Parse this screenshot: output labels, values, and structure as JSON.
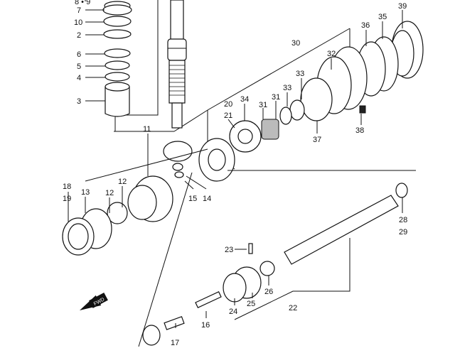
{
  "labels": {
    "p8_9": "8 • 9",
    "p7": "7",
    "p10": "10",
    "p2": "2",
    "p6": "6",
    "p5": "5",
    "p4": "4",
    "p3": "3",
    "p39": "39",
    "p35": "35",
    "p36": "36",
    "p30": "30",
    "p32": "32",
    "p33a": "33",
    "p33b": "33",
    "p34": "34",
    "p31a": "31",
    "p31b": "31",
    "p20": "20",
    "p21": "21",
    "p38": "38",
    "p37": "37",
    "p11": "11",
    "p18": "18",
    "p19": "19",
    "p13": "13",
    "p12a": "12",
    "p12b": "12",
    "p15": "15",
    "p14": "14",
    "p28": "28",
    "p29": "29",
    "p23": "23",
    "p26": "26",
    "p25": "25",
    "p24": "24",
    "p22": "22",
    "p16": "16",
    "p17": "17"
  },
  "fwd_marker": "FWD"
}
